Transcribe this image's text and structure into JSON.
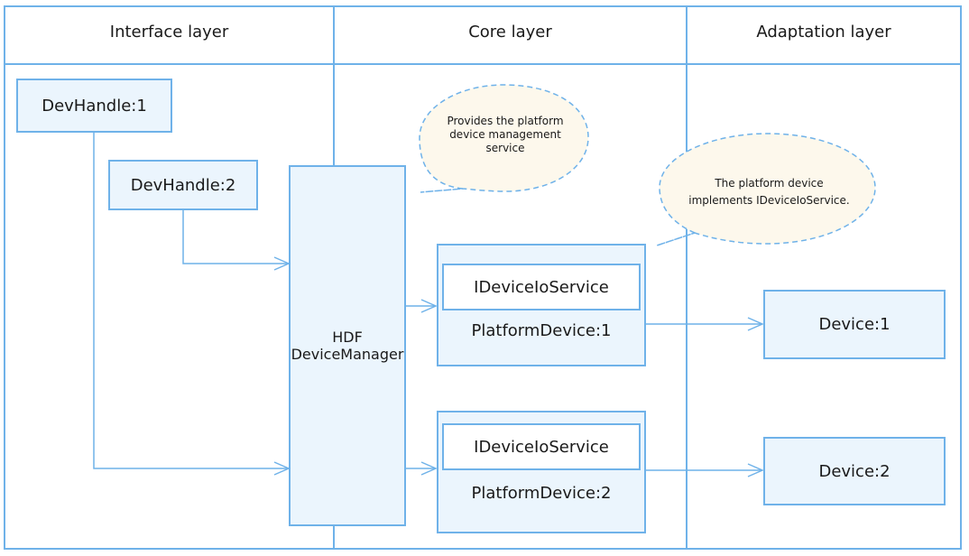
{
  "layers": {
    "interface": "Interface layer",
    "core": "Core layer",
    "adaptation": "Adaptation layer"
  },
  "interface_layer": {
    "dev_handle_1": "DevHandle:1",
    "dev_handle_2": "DevHandle:2"
  },
  "core_layer": {
    "device_manager": {
      "line1": "HDF",
      "line2": "DeviceManager"
    },
    "platform_device_1": {
      "service": "IDeviceIoService",
      "label": "PlatformDevice:1"
    },
    "platform_device_2": {
      "service": "IDeviceIoService",
      "label": "PlatformDevice:2"
    }
  },
  "adaptation_layer": {
    "device_1": "Device:1",
    "device_2": "Device:2"
  },
  "callouts": {
    "manager": {
      "line1": "Provides the platform",
      "line2": "device management",
      "line3": "service"
    },
    "platform_device": {
      "line1": "The platform device",
      "line2": "implements IDeviceIoService."
    }
  },
  "colors": {
    "border": "#6fb2e9",
    "fill": "#ebf5fd",
    "callout_fill": "#fdf8ec",
    "text": "#1a1a1a"
  }
}
